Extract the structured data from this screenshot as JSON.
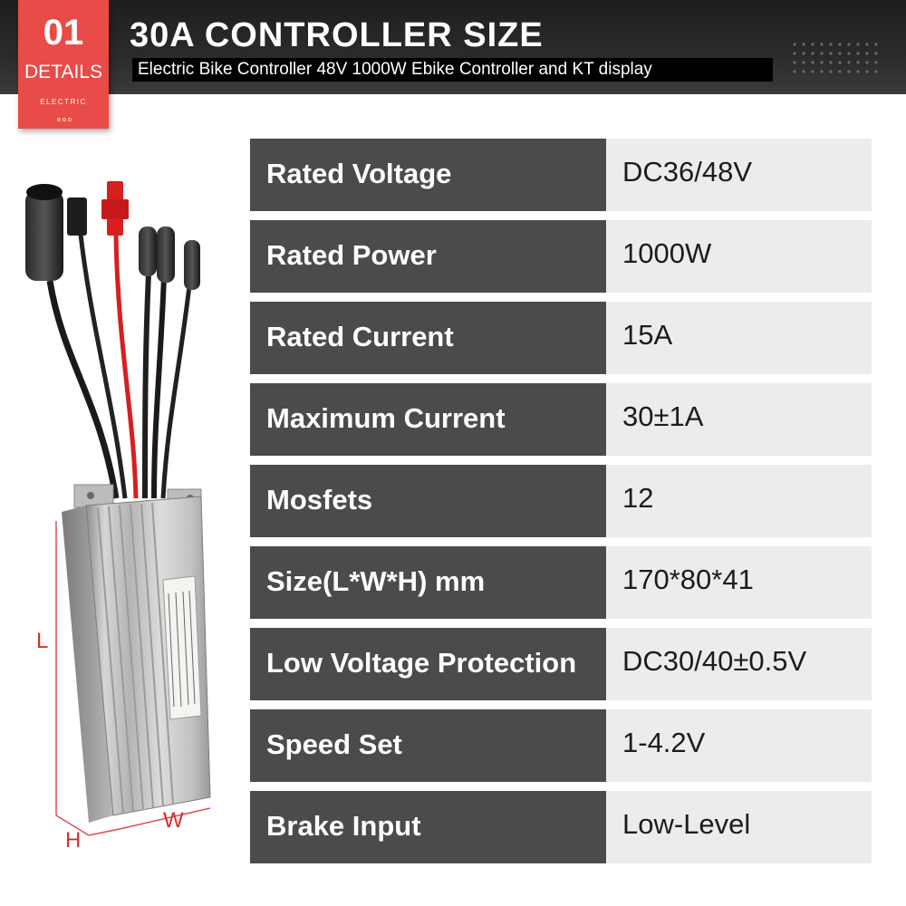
{
  "badge": {
    "number": "01",
    "label": "DETAILS",
    "sub": "ELECTRIC"
  },
  "header": {
    "title": "30A CONTROLLER SIZE",
    "subtitle": "Electric Bike Controller 48V 1000W Ebike Controller and KT display"
  },
  "specs": [
    {
      "label": "Rated Voltage",
      "value": "DC36/48V"
    },
    {
      "label": "Rated Power",
      "value": "1000W"
    },
    {
      "label": "Rated Current",
      "value": "15A"
    },
    {
      "label": "Maximum Current",
      "value": "30±1A"
    },
    {
      "label": "Mosfets",
      "value": "12"
    },
    {
      "label": "Size(L*W*H) mm",
      "value": "170*80*41"
    },
    {
      "label": "Low Voltage Protection",
      "value": "DC30/40±0.5V"
    },
    {
      "label": "Speed Set",
      "value": "1-4.2V"
    },
    {
      "label": "Brake Input",
      "value": "Low-Level"
    }
  ],
  "dimensions": {
    "length": "L",
    "width": "W",
    "height": "H"
  },
  "colors": {
    "badge": "#e94b48",
    "label_bg": "#4b4b4b",
    "value_bg": "#ececec",
    "dimension": "#d32f2f"
  }
}
